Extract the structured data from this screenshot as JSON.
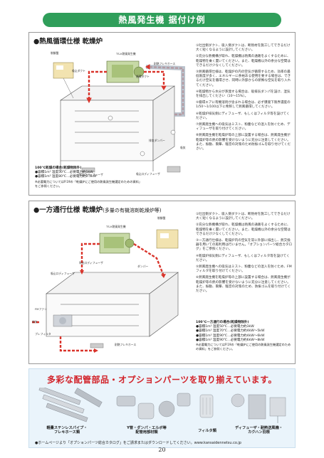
{
  "header": {
    "title": "熱風発生機 据付け例"
  },
  "section1": {
    "title": "●熱風循環仕様 乾燥炉",
    "labels": {
      "exhaust_duct": "吸込ダクト",
      "exhaust_hood": "排気ダクト",
      "circulation_duct": "循環ダクト",
      "heater_unit": "TS-K熱風発生機",
      "flex_hose": "耐熱フレキホース",
      "damper": "排気ダンパー",
      "control_panel": "制御盤",
      "intake_diffuser": "吸込口ディフューザ",
      "supply_diffuser": "吹出口ディフューザ",
      "inlet": "吸気",
      "outlet": "排気"
    },
    "notes": [
      "①吐出側ダクト、吸入側ダクトは、断熱材を施工してできるだけ大く短くなるように設計してください。",
      "②充分な熱機構が取れ、乾燥機は熱風の通路をよくするために、乾燥物を乗く置いてください。また、乾燥機以外の余分な空間はできるだけ少なくしてください。",
      "③熱風循環仕様は、乾燥炉の内の空気が循環するため、効率の最低限度が多く、エネルギーに余裕ある使用を要する場合は、できるだけ空気を循環させ、同時に外部からの新鮮な空気を取り入れてください。",
      "④乾燥物から水分が蒸発する場合は、吸排気ダンパを設け、湿気を排出してください（10〜15%）。",
      "⑤循環エアに有機溶剤が含まれる場合は、必ず爆発下限界濃度の1/50〜1/100以下に希釈して熱風循環してください。",
      "⑥乾燥炉排気側にディフューザ、もしくはフィルタ等を設けてください。",
      "⑦熱風発生機への吸気はミスト、粉塵などの混入を防ぐため、ディフューザを取り付けてください。",
      "⑧熱風発生機を乾燥炉等の上部に設置する場合は、熱風発生機が乾燥炉等の熱の影響を受けないように充分に注意してください。また、振動、衝撃、騒音の対策のため防振ゴムを取り付けてください。"
    ],
    "spec": {
      "title": "100℃乾燥の場合(乾燥物除外)",
      "lines": [
        "●容積1m³ 温度50℃…必要電力約1kW",
        "●容積1m³ 温度80℃…必要電力約2.5kW"
      ],
      "note": "※必要電力についてはP.19の「乾燥炉にご使用の熱風発生機選定のための資料」をご参照ください。"
    }
  },
  "section2": {
    "title": "●一方通行仕様 乾燥炉",
    "subtitle": "(多量の有機溶剤乾燥炉等)",
    "labels": {
      "heater_unit": "TS-K熱風発生機",
      "control_panel": "制御盤",
      "damper": "ダンパー",
      "intake_diffuser": "吸込口ディフューザ",
      "supply_diffuser": "吹出口ディフューザ",
      "flex_hose": "耐熱フレキホース",
      "fan": "FMファン",
      "prefilter": "プレフィルタ",
      "exhaust": "排気"
    },
    "notes": [
      "①吐出側ダクト、吸入側ダクトは、断熱材を施工してできるだけ大く短くなるように設計してください。",
      "②充分な熱機構が取れ、乾燥機は熱風の通路をよくするために、乾燥物を乗く置いてください。また、乾燥機以外の余分な空間はできるだけ少なくしてください。",
      "③一方通行仕様は、乾燥炉内の空気を常に外部に排出し、熱交換器を用いての再利用は行いません。「オプションパーツ総合カタログ」をご参照ください。",
      "④乾燥炉排気側にディフューザ、もしくはフィルタ等を設けてください。",
      "⑤熱風発生機への吸気はミスト、粉塵などの混入を防ぐため、FMフィルタを取り付けてください。",
      "⑥熱風発生機を乾燥炉等の上部に設置する場合は、熱風発生機が乾燥炉等の熱の影響を受けないように充分に注意してください。また、振動、衝撃、騒音の対策のため、防振ゴムを取り付けてください。"
    ],
    "spec": {
      "title": "100℃一方通行の場合(乾燥物除外)",
      "lines": [
        "●容積1m³ 温度50℃…必要電力約3kW",
        "●容積1m³ 温度70℃…必要電力約4kW〜5kW",
        "●容積1m³ 温度90℃…必要電力約4kW〜6kW",
        "●容積1m³ 温度90℃…必要電力約6kW〜8kW"
      ],
      "note": "※必要電力についてはP.19の「乾燥炉にご使用の熱風発生機選定のための資料」をご参照ください。"
    }
  },
  "banner": {
    "title": "多彩な配管部品・オプションパーツを取り揃えています。",
    "parts": [
      {
        "label": "軽量ステンレスパイプ・\nフレキホース類"
      },
      {
        "label": "Y管・ダンパ・エルボ等\n配管用部材類"
      },
      {
        "label": "フィルタ類"
      },
      {
        "label": "ディフューザ・耐熱送風機・\nカクハン羽根"
      }
    ],
    "footer": "●ホームページより「オプションパーツ総合カタログ」をご請求またはダウンロードしてください。www.kansaidennetsu.co.jp"
  },
  "page": {
    "number": "20"
  },
  "colors": {
    "accent": "#2f9e5a",
    "duct": "#d9342b",
    "banner_title": "#d2232a",
    "banner_bg": "#eaf4fb"
  }
}
